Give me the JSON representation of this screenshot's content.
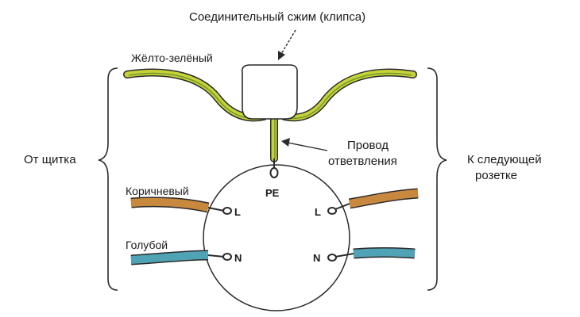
{
  "labels": {
    "connector": "Соединительный сжим (клипса)",
    "yellow_green": "Жёлто-зелёный",
    "from_panel": "От щитка",
    "branch_line1": "Провод",
    "branch_line2": "ответвления",
    "next_line1": "К следующей",
    "next_line2": "розетке",
    "brown": "Коричневый",
    "blue": "Голубой"
  },
  "terminals": {
    "pe": "PE",
    "l_left": "L",
    "n_left": "N",
    "l_right": "L",
    "n_right": "N"
  },
  "colors": {
    "yellow_green_wire": "#c7d23a",
    "yellow_green_stripe": "#6f9a2a",
    "brown_wire": "#c8893f",
    "blue_wire": "#4fa3b4",
    "outline": "#2a2a2a"
  }
}
